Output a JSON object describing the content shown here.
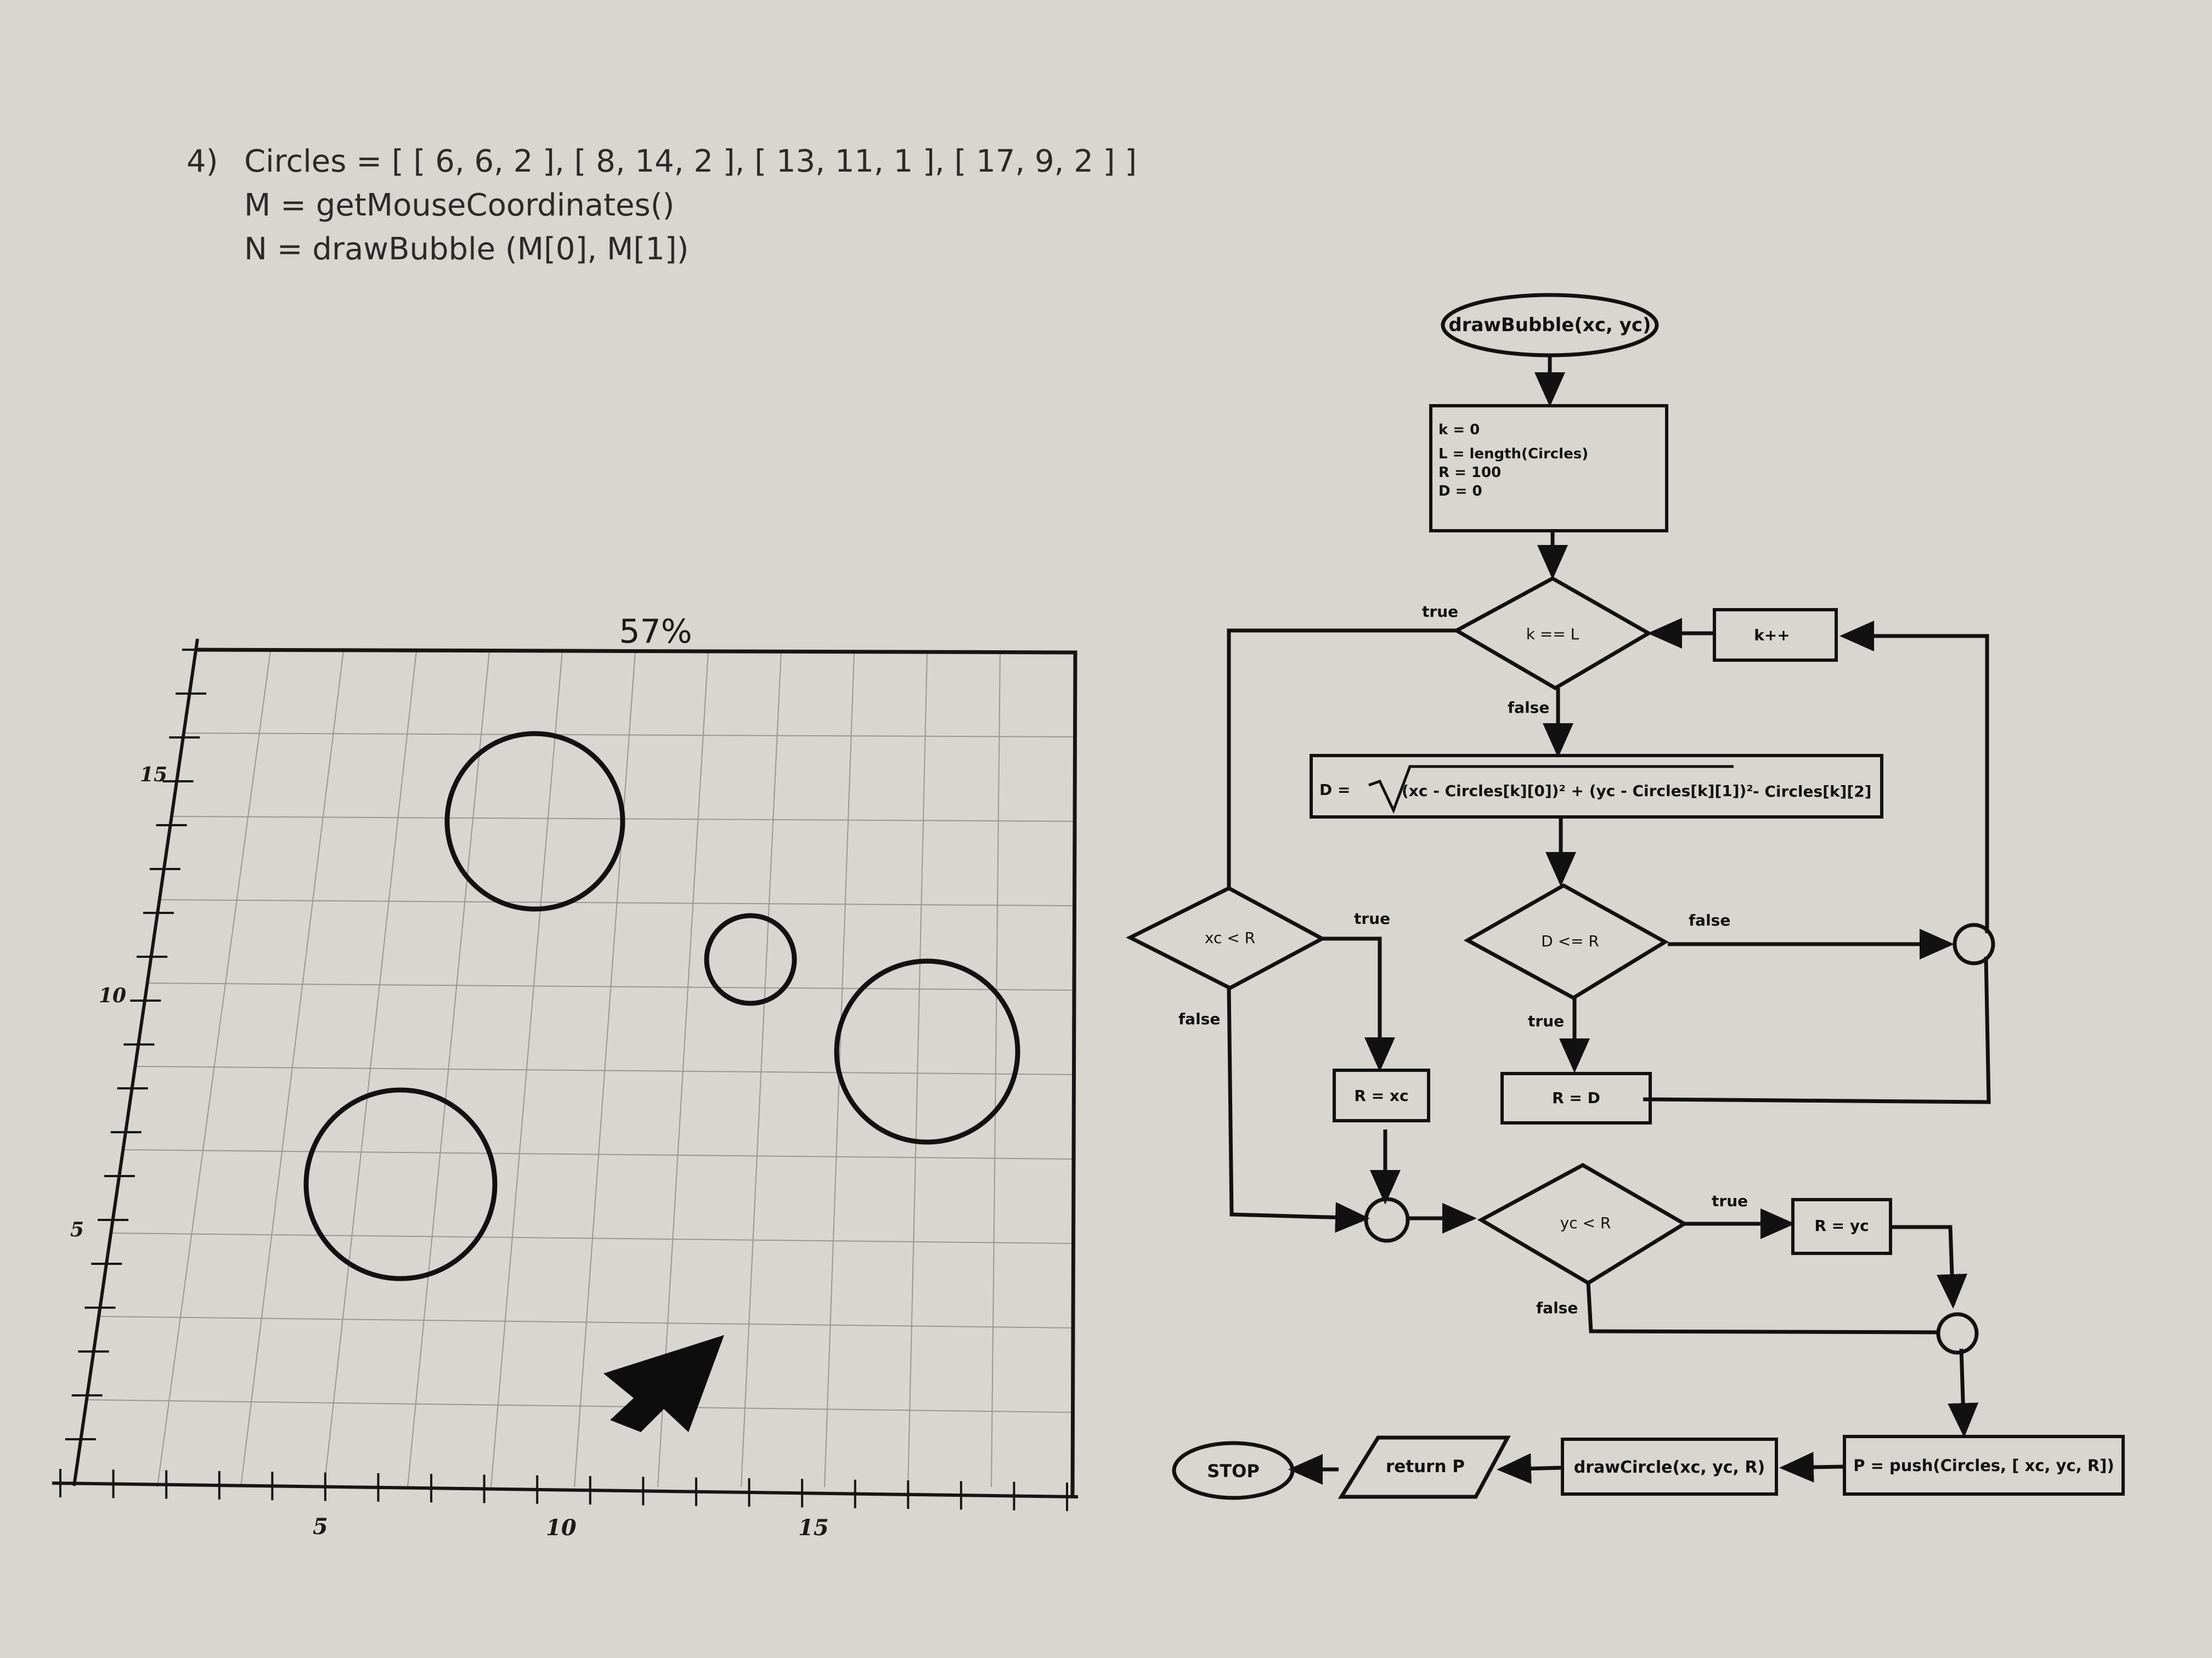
{
  "problem": {
    "number": "4)",
    "lines": [
      "Circles = [ [ 6, 6, 2 ], [ 8, 14, 2 ], [ 13, 11, 1 ], [ 17, 9, 2 ] ]",
      "M = getMouseCoordinates()",
      "N = drawBubble (M[0], M[1])"
    ]
  },
  "grid": {
    "label": "57%",
    "y_ticks": [
      "15",
      "10",
      "5"
    ],
    "x_ticks": [
      "5",
      "10",
      "15"
    ],
    "circles": [
      {
        "x": 6,
        "y": 6,
        "r": 2
      },
      {
        "x": 8,
        "y": 14,
        "r": 2
      },
      {
        "x": 13,
        "y": 11,
        "r": 1
      },
      {
        "x": 17,
        "y": 9,
        "r": 2
      }
    ]
  },
  "flowchart": {
    "start": "drawBubble(xc, yc)",
    "init": [
      "k = 0",
      "L = length(Circles)",
      "R = 100",
      "D = 0"
    ],
    "cond_k": "k == L",
    "k_inc": "k++",
    "d_prefix": "D =",
    "d_formula": "(xc - Circles[k][0])² + (yc - Circles[k][1])²",
    "d_suffix": "- Circles[k][2]",
    "cond_xc": "xc < R",
    "cond_d": "D <= R",
    "assign_rxc": "R = xc",
    "assign_rd": "R = D",
    "cond_yc": "yc < R",
    "assign_ryc": "R = yc",
    "push": "P = push(Circles, [ xc, yc, R])",
    "draw": "drawCircle(xc, yc, R)",
    "ret": "return P",
    "stop": "STOP",
    "lbl_true": "true",
    "lbl_false": "false"
  }
}
